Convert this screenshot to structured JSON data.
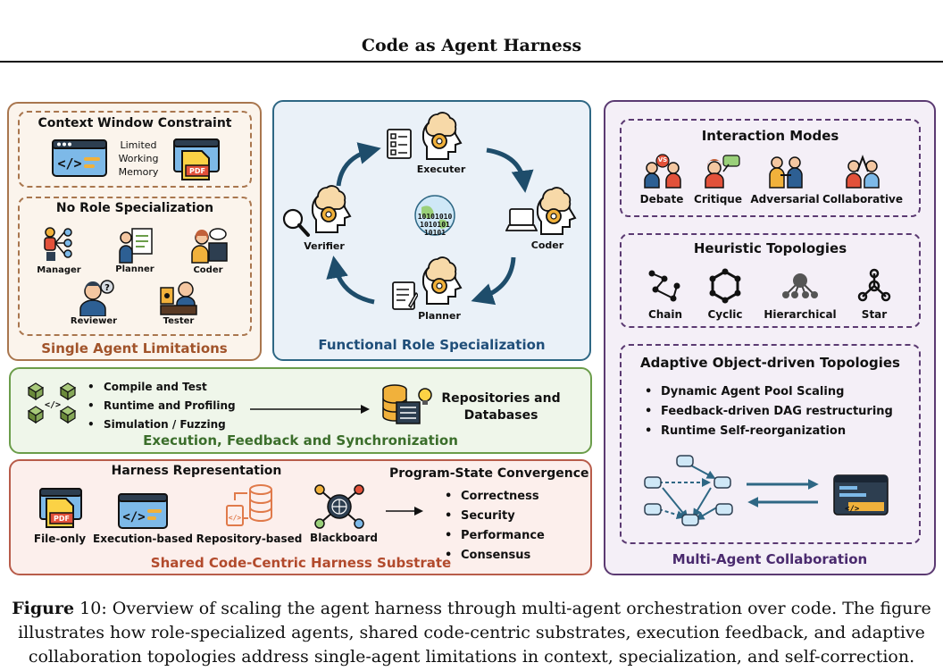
{
  "title": "Code as Agent Harness",
  "single_agent": {
    "title": "Single Agent Limitations",
    "context_box": {
      "title": "Context Window Constraint",
      "memory_lines": [
        "Limited",
        "Working",
        "Memory"
      ],
      "file_icon_label": "PDF"
    },
    "role_box": {
      "title": "No Role Specialization",
      "roles": [
        "Manager",
        "Planner",
        "Coder",
        "Reviewer",
        "Tester"
      ]
    }
  },
  "functional": {
    "title": "Functional Role Specialization",
    "roles": [
      "Executer",
      "Coder",
      "Planner",
      "Verifier"
    ],
    "binary": [
      "10101010",
      "1010101",
      "10101"
    ]
  },
  "multi_agent": {
    "title": "Multi-Agent Collaboration",
    "interaction": {
      "title": "Interaction Modes",
      "modes": [
        "Debate",
        "Critique",
        "Adversarial",
        "Collaborative"
      ],
      "vs_badge": "VS"
    },
    "heuristic": {
      "title": "Heuristic Topologies",
      "topologies": [
        "Chain",
        "Cyclic",
        "Hierarchical",
        "Star"
      ]
    },
    "adaptive": {
      "title": "Adaptive Object-driven Topologies",
      "items": [
        "Dynamic Agent Pool Scaling",
        "Feedback-driven DAG restructuring",
        "Runtime Self-reorganization"
      ]
    }
  },
  "execution": {
    "title": "Execution, Feedback and Synchronization",
    "items": [
      "Compile and Test",
      "Runtime and Profiling",
      "Simulation / Fuzzing"
    ],
    "target": [
      "Repositories and",
      "Databases"
    ]
  },
  "substrate": {
    "title": "Shared Code-Centric Harness Substrate",
    "representation_title": "Harness Representation",
    "representations": [
      "File-only",
      "Execution-based",
      "Repository-based",
      "Blackboard"
    ],
    "convergence_title": "Program-State Convergence",
    "convergence": [
      "Correctness",
      "Security",
      "Performance",
      "Consensus"
    ],
    "pdf_label": "PDF"
  },
  "caption": {
    "label": "Figure",
    "number": "10:",
    "text": "Overview of scaling the agent harness through multi-agent orchestration over code. The figure illustrates how role-specialized agents, shared code-centric substrates, execution feedback, and adaptive collaboration topologies address single-agent limitations in context, specialization, and self-correction."
  },
  "colors": {
    "single_border": "#a9764e",
    "single_bg": "#fbf4ec",
    "single_title": "#a1532a",
    "functional_border": "#2e6784",
    "functional_bg": "#eaf1f8",
    "functional_title": "#1f4e79",
    "multi_border": "#5b3a72",
    "multi_bg": "#f4eff7",
    "multi_title": "#4a2a6e",
    "execution_border": "#6b9d4a",
    "execution_bg": "#eff6ea",
    "execution_title": "#3b6e2b",
    "substrate_border": "#b85c4a",
    "substrate_bg": "#fcefec",
    "substrate_title": "#b24a2c"
  }
}
